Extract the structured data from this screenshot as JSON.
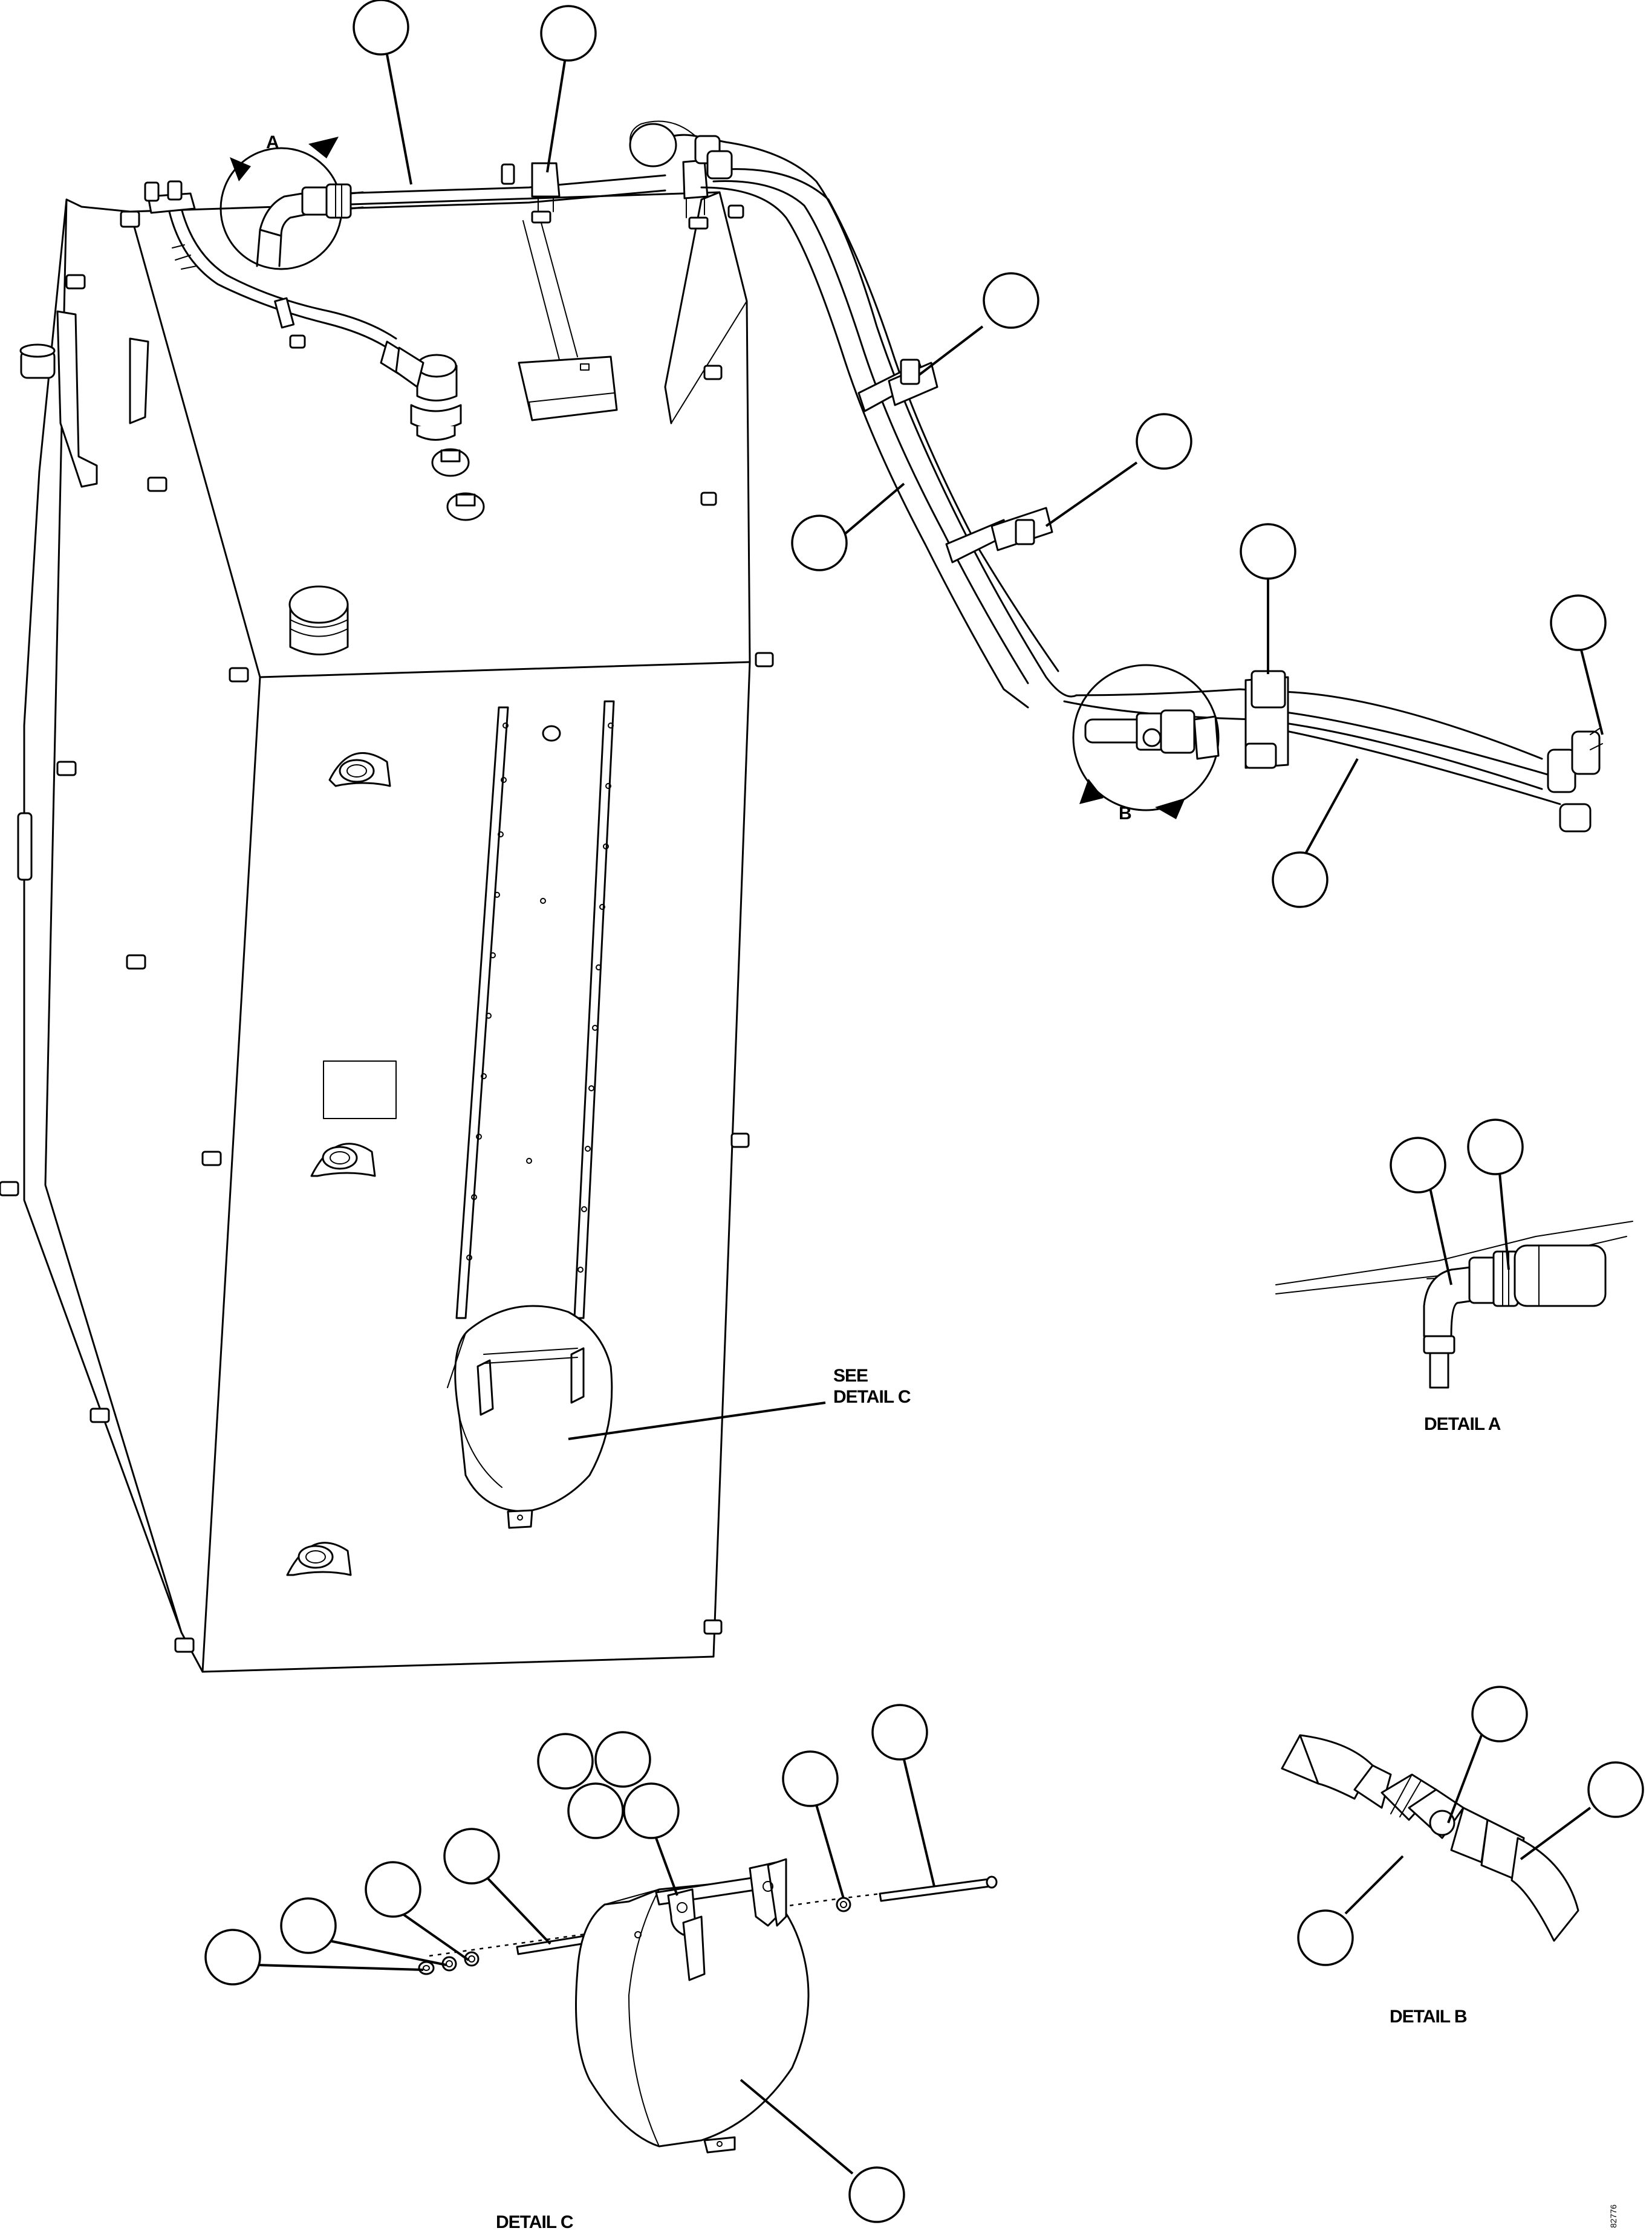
{
  "view_labels": {
    "A": "A",
    "B": "B"
  },
  "callouts": {
    "see_detail_c_line1": "SEE",
    "see_detail_c_line2": "DETAIL C"
  },
  "detail_titles": {
    "detail_a": "DETAIL A",
    "detail_b": "DETAIL B",
    "detail_c": "DETAIL C"
  },
  "figure_id": "82776"
}
